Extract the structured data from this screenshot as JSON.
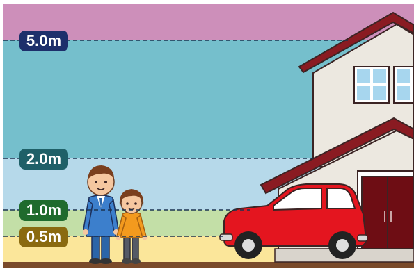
{
  "levels": [
    {
      "label": "5.0m",
      "meters": 5.0,
      "band_color": "#cd8fba",
      "badge_color": "#1d2f6b"
    },
    {
      "label": "2.0m",
      "meters": 2.0,
      "band_color": "#75bfcc",
      "badge_color": "#1f6068"
    },
    {
      "label": "1.0m",
      "meters": 1.0,
      "band_color": "#b6d9ea",
      "badge_color": "#1f6b2d"
    },
    {
      "label": "0.5m",
      "meters": 0.5,
      "band_color": "#c3dfa7",
      "badge_color": "#8a6a10"
    }
  ],
  "lowest_band_color": "#fbe69a",
  "ground_color": "#7a4a2a",
  "line_color": "#1b3350"
}
